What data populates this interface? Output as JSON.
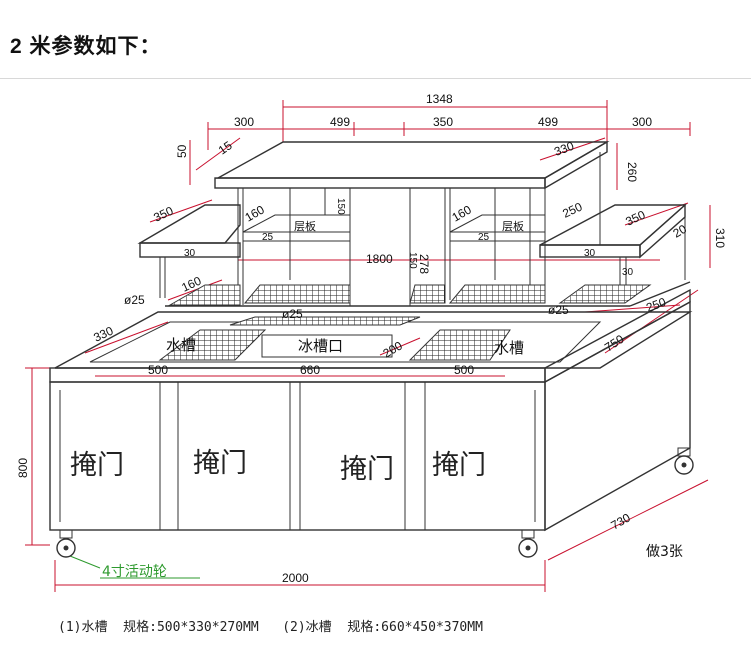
{
  "heading": "2 米参数如下：",
  "labels": {
    "shelf_board": "层板",
    "water_tank": "水槽",
    "ice_slot": "冰槽口",
    "door": "掩门",
    "wheel": "4寸活动轮",
    "make_count": "做3张"
  },
  "dimensions": {
    "top_total": "1348",
    "d300": "300",
    "d499": "499",
    "d350": "350",
    "d50": "50",
    "d15": "15",
    "d330": "330",
    "d260": "260",
    "d160": "160",
    "d25": "25",
    "d1800": "1800",
    "d278": "278",
    "d150": "150",
    "d250": "250",
    "d310": "310",
    "d20": "20",
    "d30": "30",
    "phi25": "ø25",
    "d500": "500",
    "d660": "660",
    "d200": "200",
    "d750": "750",
    "d800": "800",
    "d730": "730",
    "d2000": "2000"
  },
  "specs": {
    "water": "(1)水槽  规格:500*330*270MM",
    "ice": "(2)冰槽  规格:660*450*370MM"
  }
}
